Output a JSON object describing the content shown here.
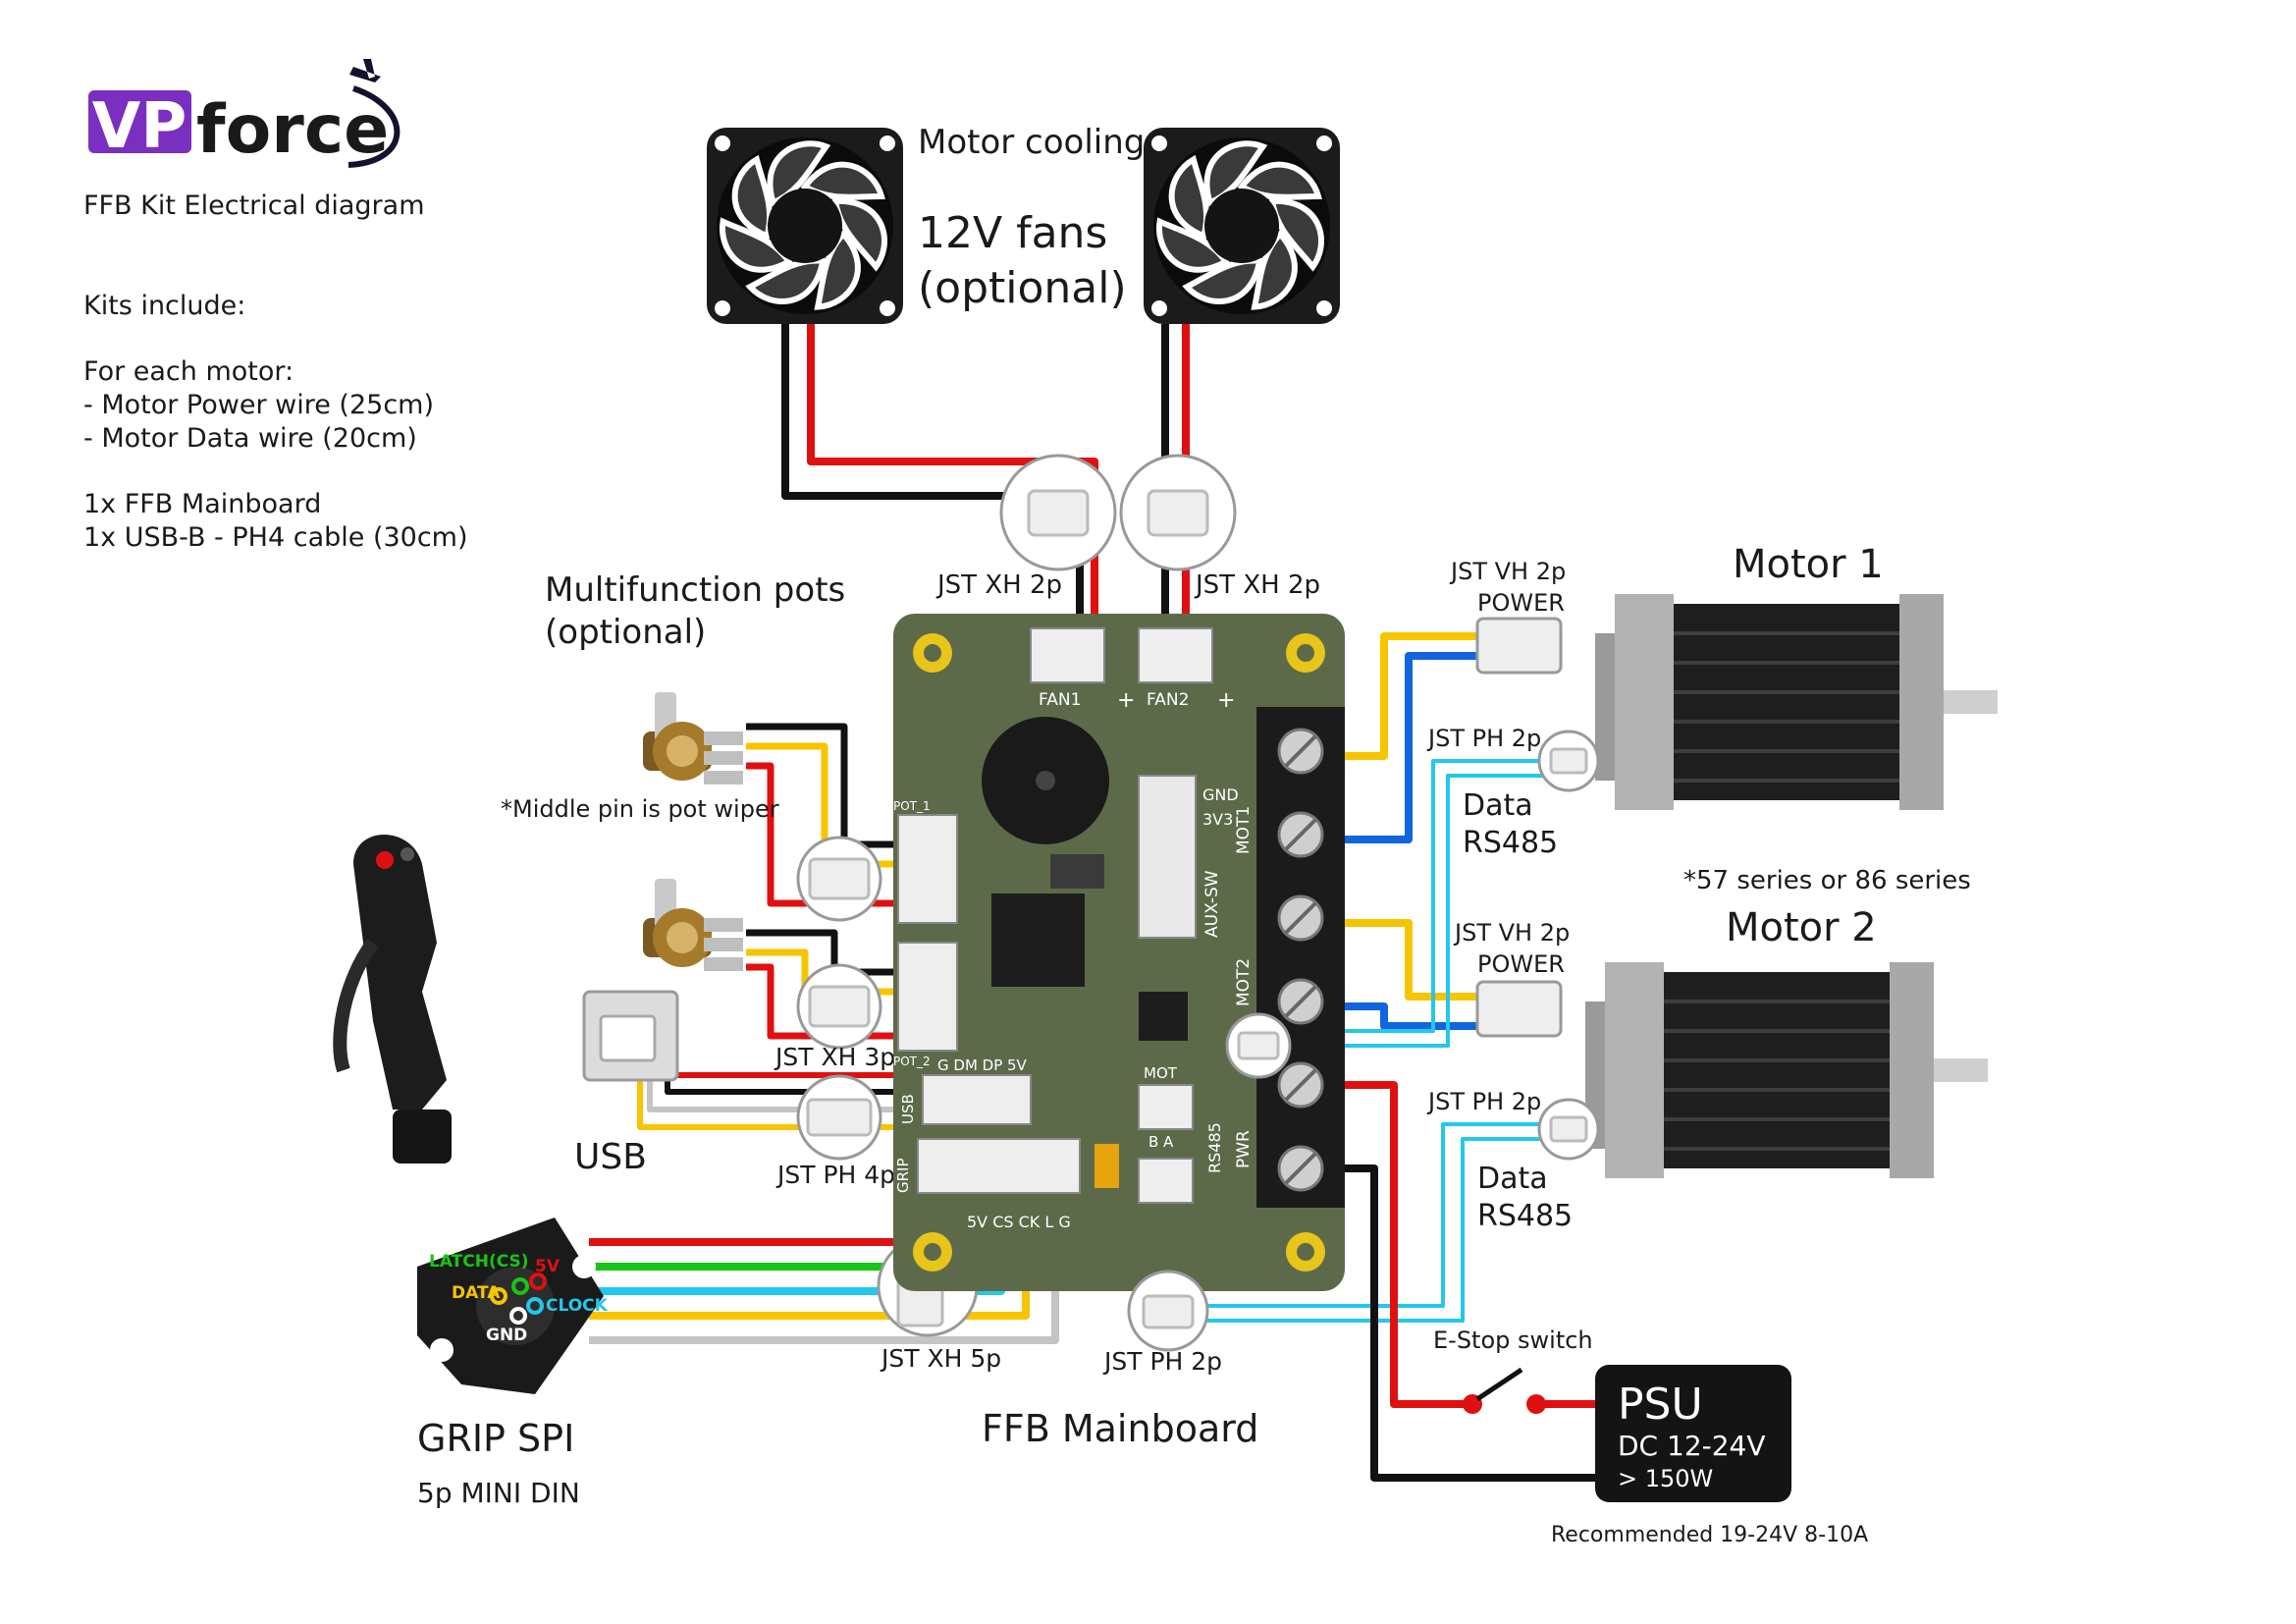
{
  "logo": {
    "text_vp": "VP",
    "text_force": "force"
  },
  "subtitle": "FFB Kit Electrical diagram",
  "kit": {
    "heading": "Kits include:",
    "per_motor": "For each motor:",
    "items": [
      "- Motor Power wire (25cm)",
      "- Motor Data wire (20cm)"
    ],
    "extra": [
      "1x FFB Mainboard",
      "1x USB-B - PH4 cable (30cm)"
    ]
  },
  "fans": {
    "title": "Motor cooling",
    "line1": "12V fans",
    "line2": "(optional)"
  },
  "connectors": {
    "fan1": "JST XH 2p",
    "fan2": "JST XH 2p",
    "pots": "JST XH 3p",
    "usb": "JST PH 4p",
    "grip": "JST XH 5p",
    "rs485": "JST PH 2p",
    "m1_power": [
      "JST VH 2p",
      "POWER"
    ],
    "m1_data": "JST PH 2p",
    "m2_power": [
      "JST VH 2p",
      "POWER"
    ],
    "m2_data": "JST PH 2p"
  },
  "pots": {
    "title": [
      "Multifunction pots",
      "(optional)"
    ],
    "note": "*Middle pin is pot wiper"
  },
  "usb_label": "USB",
  "grip": {
    "title": "GRIP SPI",
    "sub": "5p MINI DIN",
    "pins": {
      "latch": "LATCH(CS)",
      "v5": "5V",
      "data": "DATA",
      "clock": "CLOCK",
      "gnd": "GND"
    }
  },
  "board": {
    "title": "FFB Mainboard",
    "silk": {
      "fan1": "FAN1",
      "fan2": "FAN2",
      "plus": "+",
      "mot1": "MOT1",
      "mot2": "MOT2",
      "pwr": "PWR",
      "rs485": "RS485",
      "aux": "AUX-SW",
      "usb": "USB",
      "grip": "GRIP",
      "gnd": "GND",
      "v33": "3V3",
      "pot1": "POT_1",
      "pot2": "POT_2",
      "mot": "MOT",
      "usbpins": "G  DM  DP  5V",
      "grippins": "5V CS CK  L G",
      "ab": "B  A"
    }
  },
  "motors": {
    "m1": "Motor 1",
    "m2": "Motor 2",
    "series": "*57 series or 86 series",
    "data_label": [
      "Data",
      "RS485"
    ]
  },
  "psu": {
    "title": "PSU",
    "line1": "DC 12-24V",
    "line2": "> 150W",
    "rec": "Recommended 19-24V 8-10A"
  },
  "estop": "E-Stop switch",
  "colors": {
    "red": "#e01010",
    "black": "#111111",
    "yellow": "#f7c500",
    "blue": "#1166dd",
    "cyan": "#22c8ee",
    "green": "#18c418",
    "gray": "#c4c4c4",
    "pcb": "#5d6a4a",
    "purple": "#7a2fc0",
    "navy": "#12122e"
  }
}
